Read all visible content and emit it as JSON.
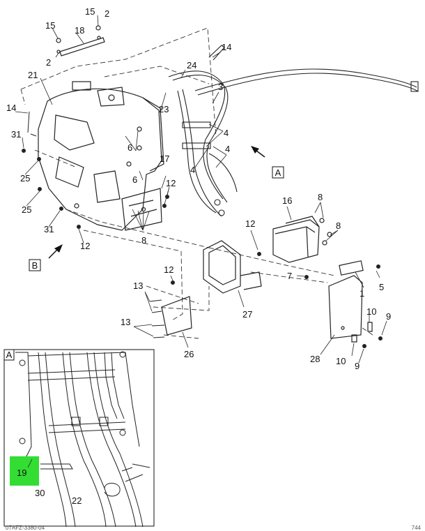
{
  "callouts": {
    "c15a": "15",
    "c2a": "2",
    "c15b": "15",
    "c18": "18",
    "c2b": "2",
    "c14a": "14",
    "c24": "24",
    "c21": "21",
    "c3": "3",
    "c23": "23",
    "c14b": "14",
    "c4a": "4",
    "c31a": "31",
    "c6a": "6",
    "c4b": "4",
    "c25a": "25",
    "c4c": "4",
    "c17": "17",
    "c6b": "6",
    "c12a": "12",
    "c25b": "25",
    "c16": "16",
    "c8a": "8",
    "c31b": "31",
    "c12b": "12",
    "c8b": "8",
    "c12c": "12",
    "c8c": "8",
    "c7": "7",
    "c1": "1",
    "c5": "5",
    "c12d": "12",
    "c13a": "13",
    "c27": "27",
    "c10a": "10",
    "c9a": "9",
    "c13b": "13",
    "c26": "26",
    "c28": "28",
    "c10b": "10",
    "c9b": "9",
    "c19": "19",
    "c30": "30",
    "c22": "22"
  },
  "view_labels": {
    "view_a": "A",
    "view_b": "B",
    "detail_a": "A"
  },
  "highlight_color": "#33dd33",
  "footer": {
    "left": "07AFZ-3380-04",
    "right": "744"
  }
}
